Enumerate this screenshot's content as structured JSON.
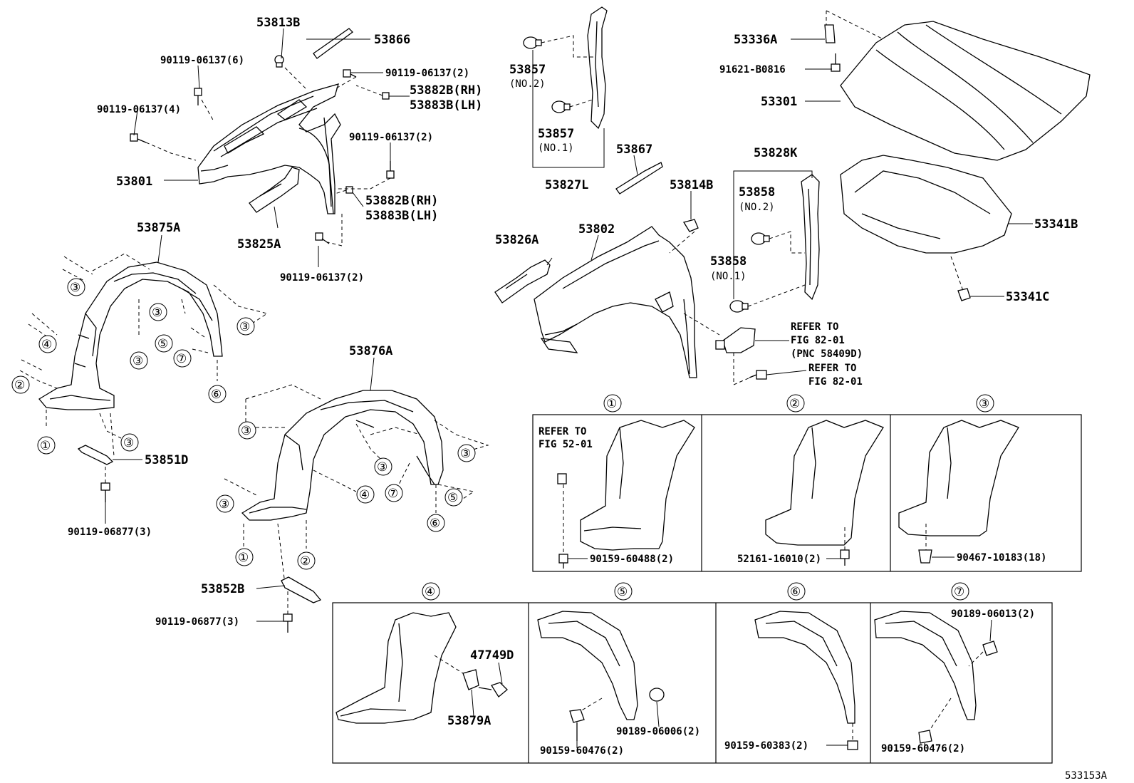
{
  "doc_id": "533153A",
  "labels": {
    "l53813B": "53813B",
    "l53866": "53866",
    "l90119_6_a": "90119-06137(6)",
    "l90119_2_a": "90119-06137(2)",
    "l53882B_rh_a": "53882B(RH)",
    "l53883B_lh_a": "53883B(LH)",
    "l90119_4": "90119-06137(4)",
    "l90119_2_b": "90119-06137(2)",
    "l53801": "53801",
    "l53882B_rh_b": "53882B(RH)",
    "l53883B_lh_b": "53883B(LH)",
    "l53825A": "53825A",
    "l90119_2_c": "90119-06137(2)",
    "l53875A": "53875A",
    "l53851D": "53851D",
    "l90119_06877_a": "90119-06877(3)",
    "l53876A": "53876A",
    "l53852B": "53852B",
    "l90119_06877_b": "90119-06877(3)",
    "l53857_a": "53857",
    "l53857_a_sub": "(NO.2)",
    "l53857_b": "53857",
    "l53857_b_sub": "(NO.1)",
    "l53827L": "53827L",
    "l53867": "53867",
    "l53814B": "53814B",
    "l53826A": "53826A",
    "l53802": "53802",
    "l53828K": "53828K",
    "l53858_a": "53858",
    "l53858_a_sub": "(NO.2)",
    "l53858_b": "53858",
    "l53858_b_sub": "(NO.1)",
    "ref1_line1": "REFER TO",
    "ref1_line2": "FIG 82-01",
    "ref1_line3": "(PNC 58409D)",
    "ref2_line1": "REFER TO",
    "ref2_line2": "FIG 82-01",
    "l53336A": "53336A",
    "l91621": "91621-B0816",
    "l53301": "53301",
    "l53341B": "53341B",
    "l53341C": "53341C",
    "ref3_line1": "REFER TO",
    "ref3_line2": "FIG 52-01",
    "l90159_60488": "90159-60488(2)",
    "l52161_16010": "52161-16010(2)",
    "l90467_10183": "90467-10183(18)",
    "l47749D": "47749D",
    "l53879A": "53879A",
    "l90159_60476_a": "90159-60476(2)",
    "l90189_06006": "90189-06006(2)",
    "l90159_60383": "90159-60383(2)",
    "l90189_06013": "90189-06013(2)",
    "l90159_60476_b": "90159-60476(2)"
  },
  "callouts": {
    "c1": "①",
    "c2": "②",
    "c3": "③",
    "c4": "④",
    "c5": "⑤",
    "c6": "⑥",
    "c7": "⑦"
  }
}
